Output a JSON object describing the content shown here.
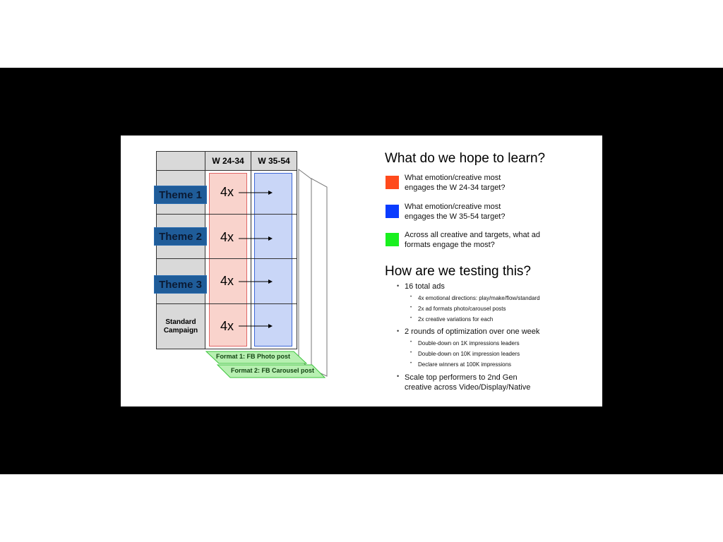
{
  "diagram": {
    "columns": [
      "W 24-34",
      "W 35-54"
    ],
    "rows": [
      {
        "label": "Theme 1",
        "count": "4x"
      },
      {
        "label": "Theme 2",
        "count": "4x"
      },
      {
        "label": "Theme 3",
        "count": "4x"
      },
      {
        "label": "Standard\nCampaign",
        "count": "4x"
      }
    ],
    "formats": [
      "Format 1: FB Photo post",
      "Format 2: FB Carousel post"
    ],
    "colors": {
      "w24_fill": "#f9d3cc",
      "w24_border": "#e06666",
      "w35_fill": "#c9d6f7",
      "w35_border": "#3c67d6",
      "theme_label": "#1f5c99",
      "format_fill": "#b7f0b1",
      "format_border": "#3cc43c"
    }
  },
  "learn": {
    "title": "What do we hope to learn?",
    "items": [
      {
        "color": "#ff4a1c",
        "text": "What emotion/creative most engages the W 24-34 target?"
      },
      {
        "color": "#0a3cff",
        "text": "What emotion/creative most engages the W 35-54 target?"
      },
      {
        "color": "#19f01f",
        "text": "Across all creative and targets, what ad formats engage the most?"
      }
    ]
  },
  "testing": {
    "title": "How are we testing this?",
    "bullets": [
      {
        "text": "16 total ads",
        "sub": [
          "4x emotional directions: play/make/flow/standard",
          "2x ad formats photo/carousel posts",
          "2x creative variations for each"
        ]
      },
      {
        "text": "2 rounds of optimization over one week",
        "sub": [
          "Double-down on 1K impressions leaders",
          "Double-down on 10K impression leaders",
          "Declare winners at 100K impressions"
        ]
      },
      {
        "text": "Scale top performers to 2nd Gen creative across Video/Display/Native",
        "sub": []
      }
    ]
  }
}
